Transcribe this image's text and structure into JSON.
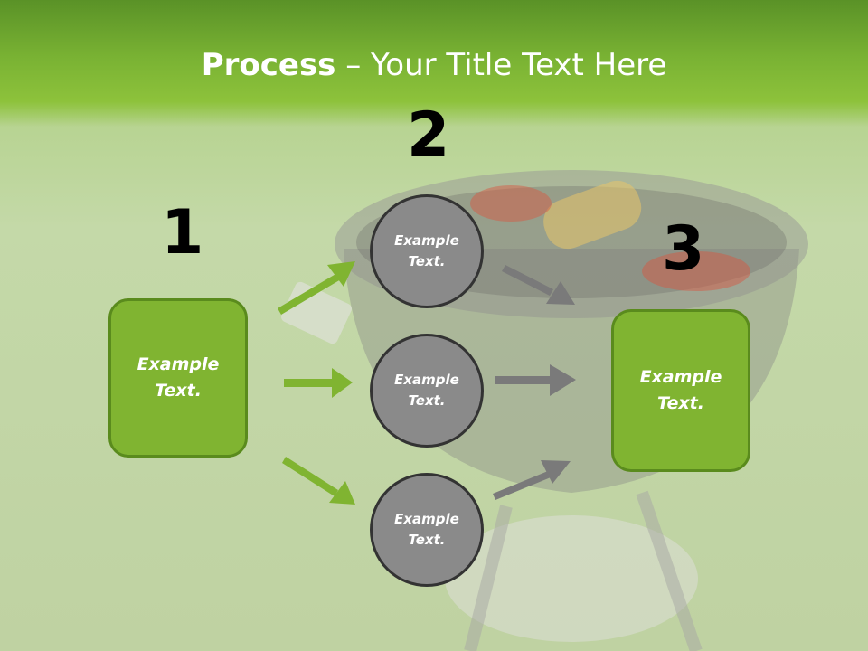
{
  "slide": {
    "title_bold": "Process",
    "title_rest": " – Your Title Text Here"
  },
  "steps": {
    "one": "1",
    "two": "2",
    "three": "3"
  },
  "boxes": {
    "left": "Example\nText.",
    "right": "Example\nText."
  },
  "circles": [
    "Example\nText.",
    "Example\nText.",
    "Example\nText."
  ],
  "colors": {
    "header_green": "#79b233",
    "box_green": "#80b431",
    "circle_gray": "#8a8a8a",
    "green_arrow": "#80b431",
    "gray_arrow": "#7a7a7a"
  }
}
